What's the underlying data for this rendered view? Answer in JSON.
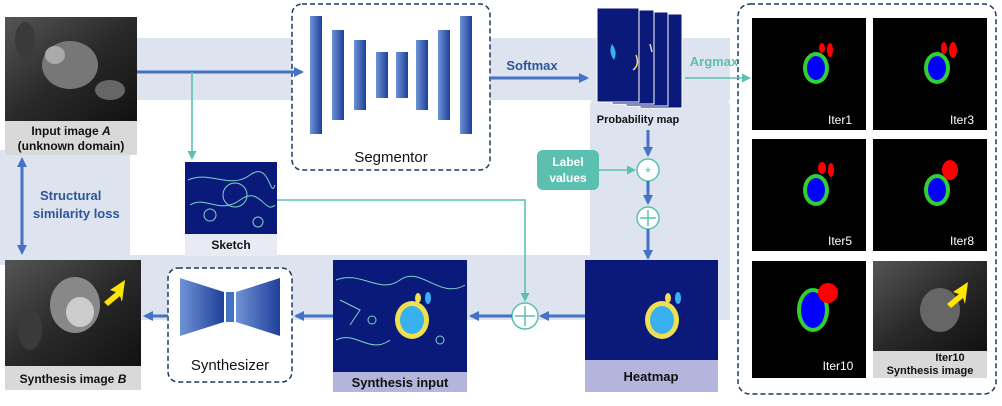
{
  "inputs": {
    "input_image_line1": "Input image ",
    "input_image_A": "A",
    "input_image_line2": "(unknown domain)",
    "sketch": "Sketch",
    "synthesis_image": "Synthesis image ",
    "synthesis_image_B": "B"
  },
  "modules": {
    "segmentor": "Segmentor",
    "synthesizer": "Synthesizer"
  },
  "flow": {
    "softmax": "Softmax",
    "argmax": "Argmax",
    "probability_map": "Probability map",
    "label_values_line1": "Label",
    "label_values_line2": "values",
    "multiply_symbol": "*",
    "heatmap": "Heatmap",
    "synthesis_input": "Synthesis input",
    "structural_loss_line1": "Structural",
    "structural_loss_line2": "similarity loss"
  },
  "iterations": {
    "iter1": "Iter1",
    "iter3": "Iter3",
    "iter5": "Iter5",
    "iter8": "Iter8",
    "iter10": "Iter10",
    "iter10_synth_line1": "Iter10",
    "iter10_synth_line2": "Synthesis image"
  },
  "colors": {
    "band": "#dde4f0",
    "blue_arrow": "#4472c4",
    "teal_arrow": "#5bc0b0",
    "navy": "#0b1a7a",
    "lavender": "#b4b4dc",
    "label_box": "#5bc0b0"
  }
}
